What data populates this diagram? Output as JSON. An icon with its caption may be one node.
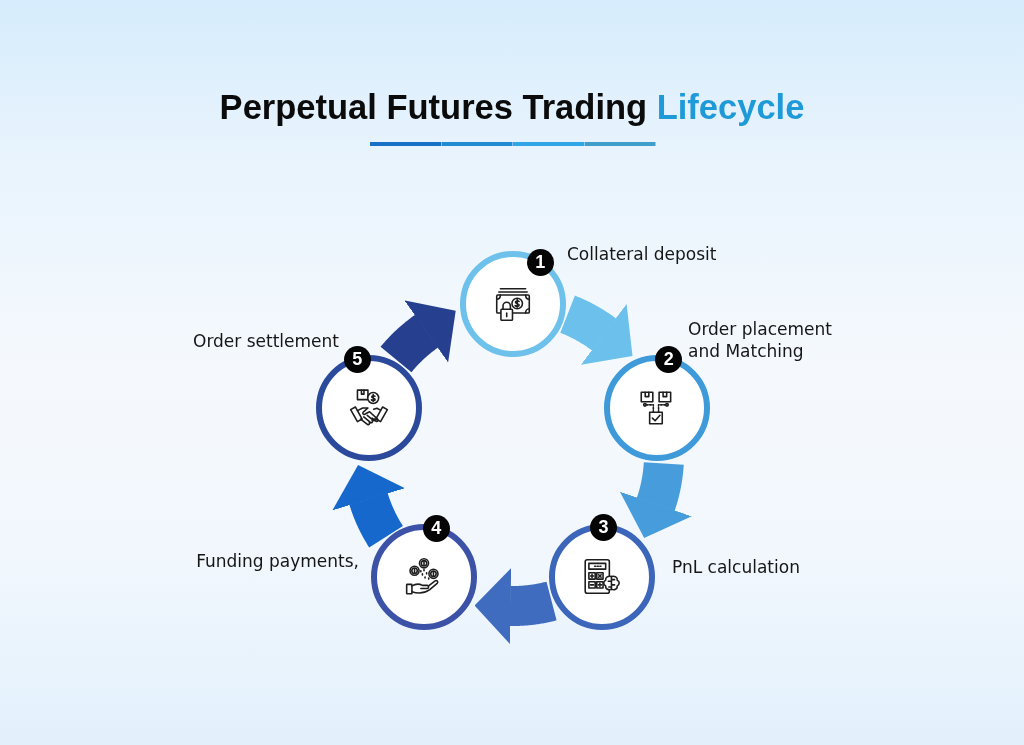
{
  "diagram": {
    "title": "Perpetual Futures Trading Lifecycle",
    "nodes": [
      {
        "text": [
          "1"
        ],
        "beside": [
          "Collateral deposit"
        ]
      },
      {
        "text": [
          "2"
        ],
        "beside": [
          "Order placement and Matching"
        ]
      },
      {
        "text": [
          "3"
        ],
        "beside": [
          "PnL calculation"
        ]
      },
      {
        "text": [
          "4"
        ],
        "beside": [
          "Funding payments,"
        ]
      },
      {
        "text": [
          "5"
        ],
        "beside": [
          "Order settlement"
        ]
      }
    ],
    "edges": [
      {
        "from": 0,
        "to": 1,
        "arrow": "to",
        "color": "#6cc0ec"
      },
      {
        "from": 1,
        "to": 2,
        "arrow": "to",
        "color": "#479ddb"
      },
      {
        "from": 2,
        "to": 3,
        "arrow": "to",
        "color": "#3f6cbf"
      },
      {
        "from": 3,
        "to": 4,
        "arrow": "to",
        "color": "#1668cc"
      },
      {
        "from": 4,
        "to": 0,
        "arrow": "to",
        "color": "#263f8f"
      }
    ]
  }
}
